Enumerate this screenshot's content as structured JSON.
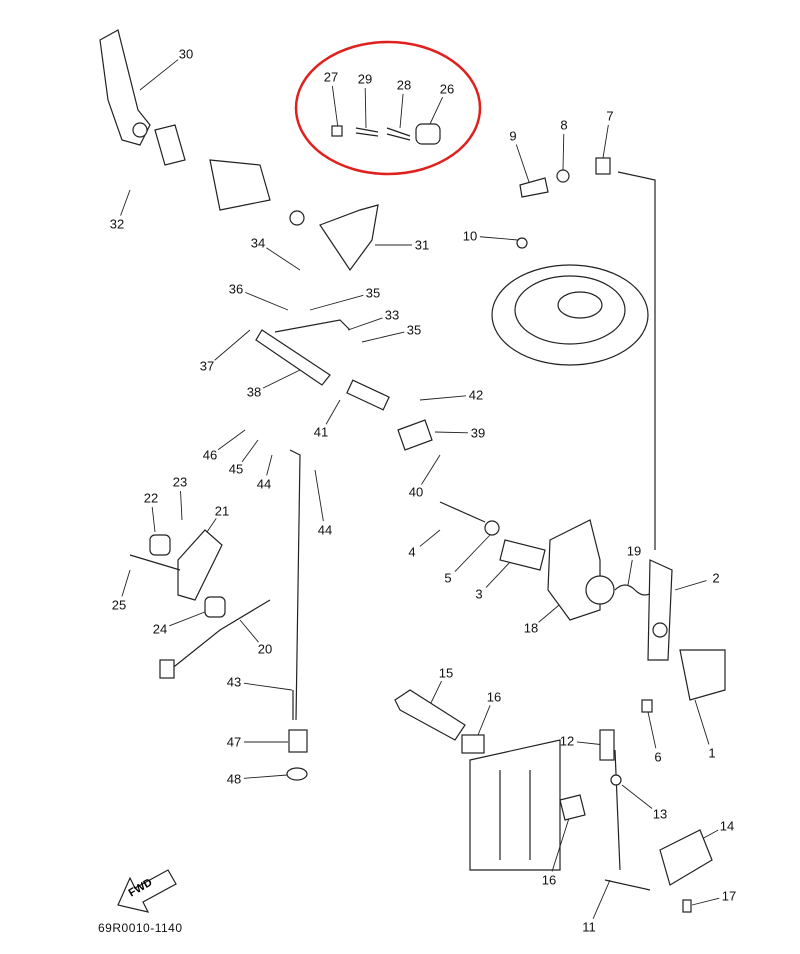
{
  "diagram": {
    "callouts": [
      "30",
      "27",
      "29",
      "28",
      "26",
      "8",
      "7",
      "9",
      "32",
      "10",
      "34",
      "31",
      "36",
      "35",
      "33",
      "35",
      "37",
      "38",
      "42",
      "41",
      "39",
      "46",
      "45",
      "44",
      "40",
      "23",
      "22",
      "21",
      "44",
      "4",
      "19",
      "2",
      "5",
      "3",
      "25",
      "24",
      "20",
      "18",
      "15",
      "43",
      "16",
      "1",
      "12",
      "6",
      "47",
      "48",
      "13",
      "14",
      "16",
      "17",
      "11"
    ],
    "fwd_label": "FWD",
    "drawing_code": "69R0010-1140",
    "highlight_color": "#e0201c"
  }
}
